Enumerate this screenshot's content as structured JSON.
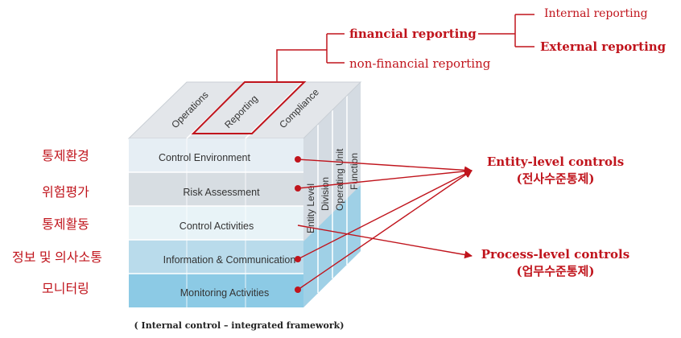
{
  "colors": {
    "accent_red": "#c0141c",
    "row_light": "#e6eef4",
    "row_gray": "#d7dde2",
    "row_pale": "#e8f3f7",
    "row_blue": "#b9dbeb",
    "row_deep": "#8ccae5",
    "top_face": "#e3e6ea",
    "side_face": "#d4dbe2"
  },
  "tree": {
    "financial": "financial reporting",
    "non_financial": "non-financial reporting",
    "internal": "Internal reporting",
    "external": "External reporting"
  },
  "cube": {
    "top": [
      "Operations",
      "Reporting",
      "Compliance"
    ],
    "rows": [
      "Control Environment",
      "Risk Assessment",
      "Control Activities",
      "Information & Communication",
      "Monitoring Activities"
    ],
    "side": [
      "Entity Level",
      "Division",
      "Operating Unit",
      "Function"
    ]
  },
  "korean_labels": [
    "통제환경",
    "위험평가",
    "통제활동",
    "정보 및 의사소통",
    "모니터링"
  ],
  "controls": {
    "entity_title": "Entity-level controls",
    "entity_sub": "(전사수준통제)",
    "process_title": "Process-level controls",
    "process_sub": "(업무수준통제)"
  },
  "caption": "( Internal control – integrated framework)"
}
